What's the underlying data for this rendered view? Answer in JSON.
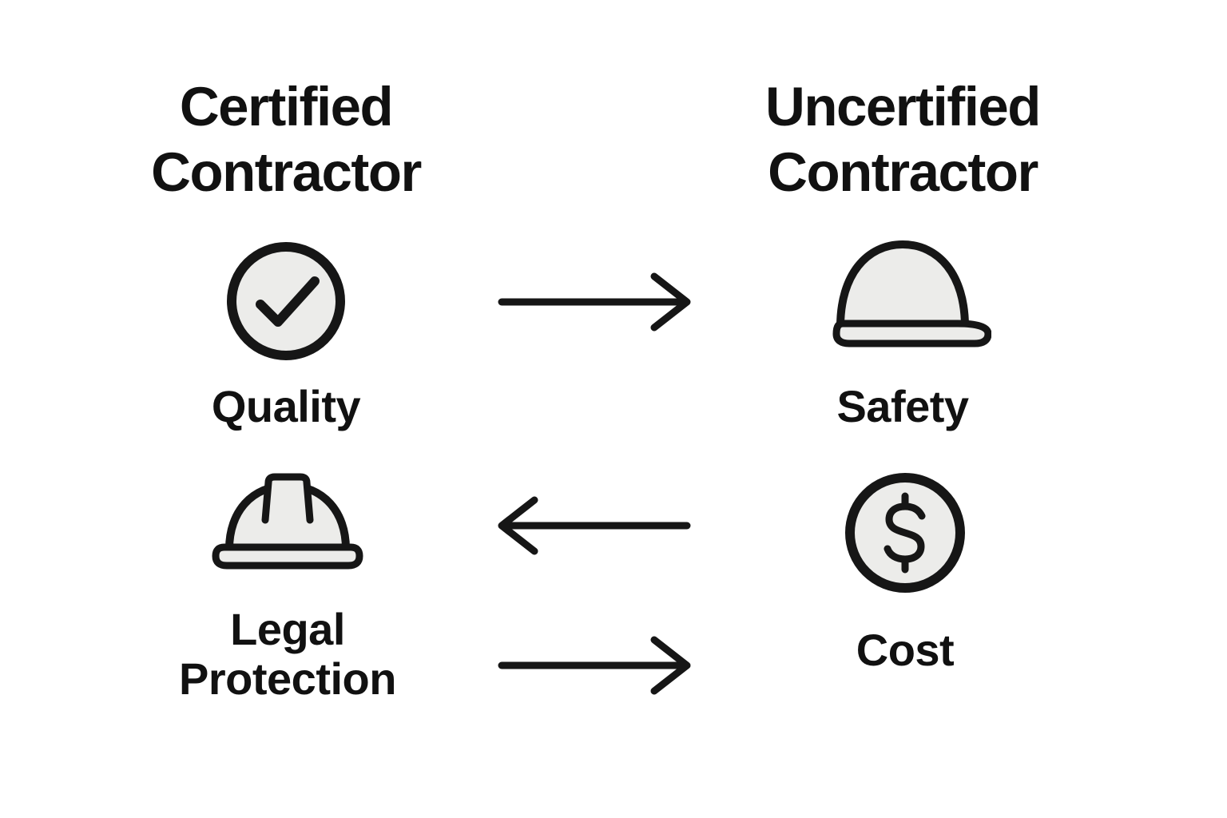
{
  "colors": {
    "background": "#ffffff",
    "stroke": "#161616",
    "icon_fill": "#ececea",
    "text": "#111111"
  },
  "diagram": {
    "columns": [
      {
        "title": "Certified Contractor",
        "items": [
          {
            "icon": "check-circle-icon",
            "label": "Quality"
          },
          {
            "icon": "hard-hat-icon",
            "label": "Legal Protection"
          }
        ]
      },
      {
        "title": "Uncertified Contractor",
        "items": [
          {
            "icon": "safety-helmet-icon",
            "label": "Safety"
          },
          {
            "icon": "dollar-coin-icon",
            "label": "Cost"
          }
        ]
      }
    ],
    "arrows": [
      {
        "row": "top",
        "direction": "right"
      },
      {
        "row": "middle",
        "direction": "left"
      },
      {
        "row": "bottom",
        "direction": "right"
      }
    ]
  }
}
